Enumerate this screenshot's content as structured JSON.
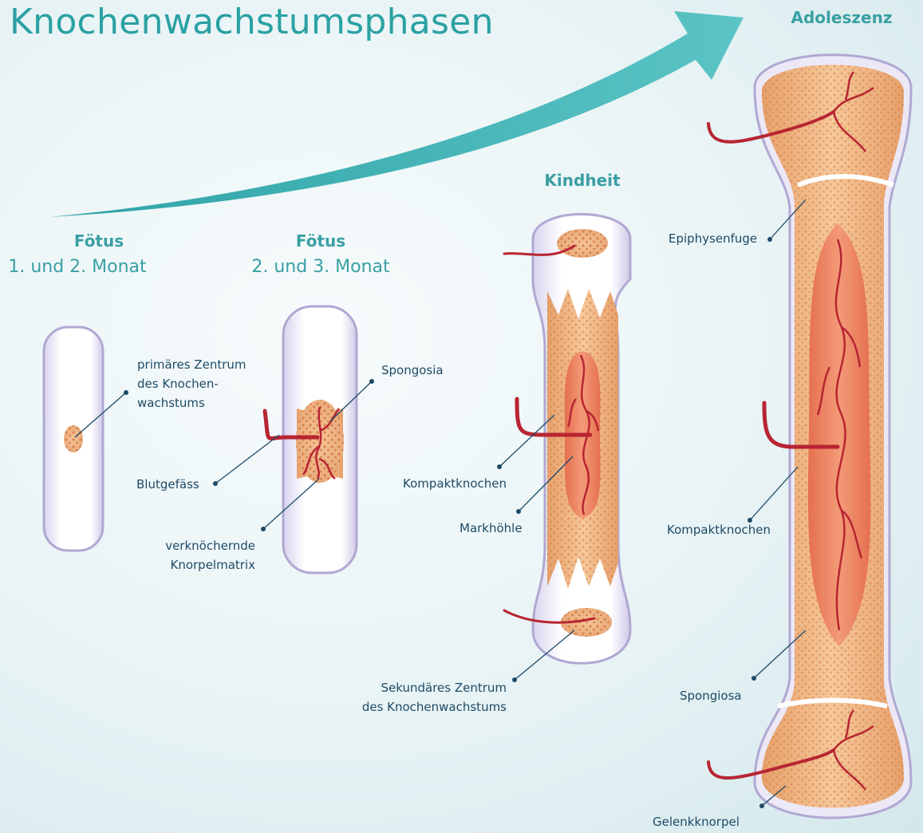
{
  "title": "Knochenwachstumsphasen",
  "stages": [
    {
      "heading": "Fötus",
      "sub": "1. und 2. Monat"
    },
    {
      "heading": "Fötus",
      "sub": "2. und 3. Monat"
    },
    {
      "heading": "Kindheit",
      "sub": ""
    },
    {
      "heading": "Adoleszenz",
      "sub": ""
    }
  ],
  "labels": {
    "primary_center": [
      "primäres Zentrum",
      "des Knochen-",
      "wachstums"
    ],
    "spongosia": "Spongosia",
    "blood_vessel": "Blutgefäss",
    "cartilage_matrix": [
      "verknöchernde",
      "Knorpelmatrix"
    ],
    "compact_bone_child": "Kompaktknochen",
    "marrow_cavity": "Markhöhle",
    "secondary_center": [
      "Sekundäres Zentrum",
      "des Knochenwachstums"
    ],
    "epiphyseal_plate": "Epiphysenfuge",
    "compact_bone_teen": "Kompaktknochen",
    "spongiosa": "Spongiosa",
    "articular_cartilage": "Gelenkknorpel"
  },
  "colors": {
    "accent": "#3a9fa3",
    "label": "#1e4a66",
    "cartilage": "#ffffff",
    "cartilage_edge": "#b0a8d2",
    "bone": "#f0b987",
    "vessel": "#b82532"
  }
}
